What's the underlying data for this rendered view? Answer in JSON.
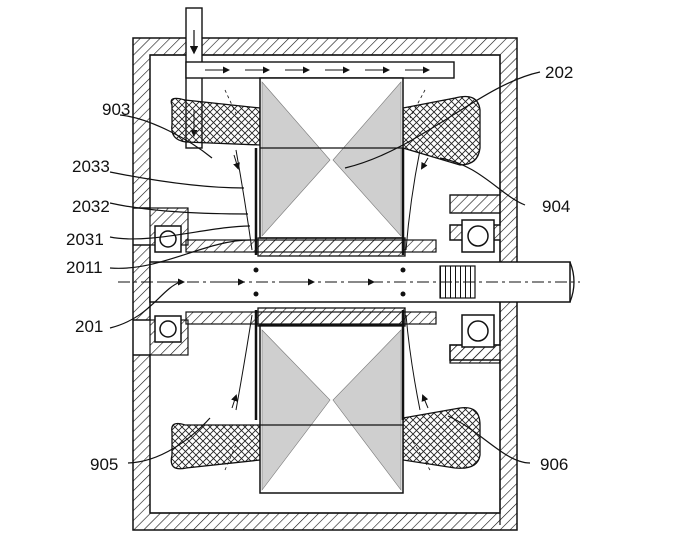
{
  "figure": {
    "labels": {
      "l202": "202",
      "l903": "903",
      "l2033": "2033",
      "l2032": "2032",
      "l2031": "2031",
      "l2011": "2011",
      "l201": "201",
      "l904": "904",
      "l905": "905",
      "l906": "906"
    }
  },
  "colors": {
    "ink": "#111111",
    "winding": "#bfbfbf",
    "background": "#ffffff"
  }
}
